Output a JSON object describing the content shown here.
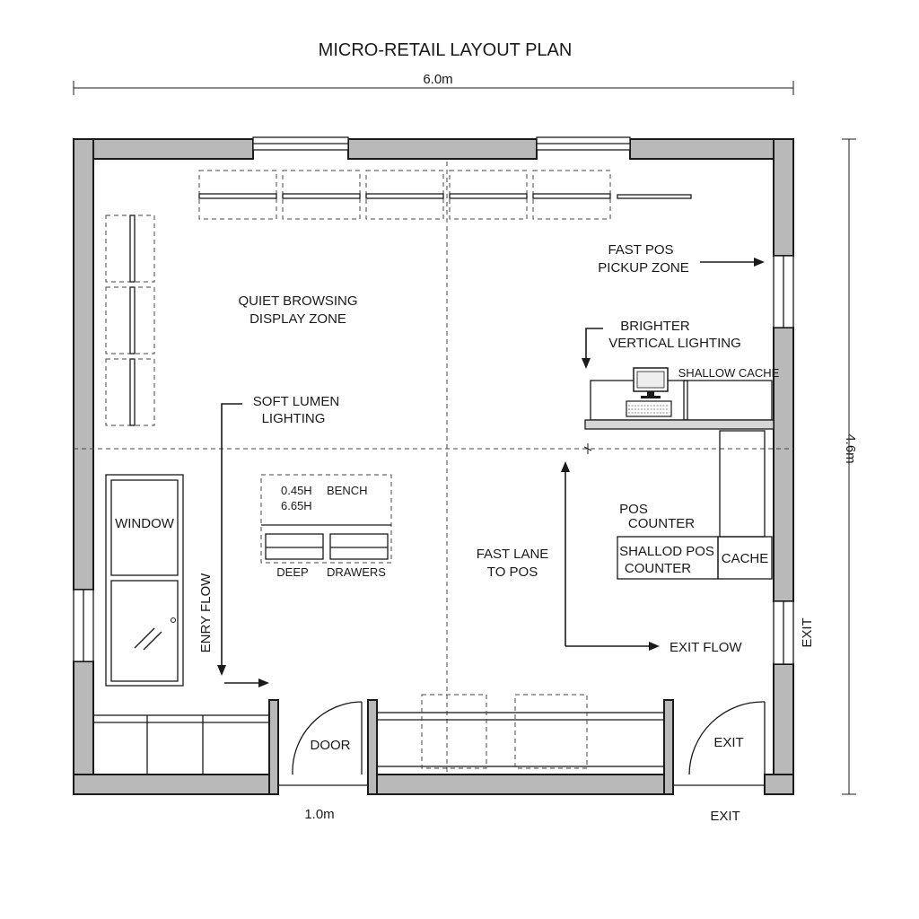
{
  "title": "MICRO-RETAIL LAYOUT PLAN",
  "dimensions": {
    "width": "6.0m",
    "height": "4.6m",
    "door_width": "1.0m"
  },
  "zones": {
    "quiet_browsing": [
      "QUIET BROWSING",
      "DISPLAY ZONE"
    ],
    "soft_lumen": [
      "SOFT LUMEN",
      "LIGHTING"
    ],
    "fast_pos_pickup": [
      "FAST POS",
      "PICKUP ZONE"
    ],
    "brighter_lighting": [
      "BRIGHTER",
      "VERTICAL LIGHTING"
    ],
    "shallow_cache_top": "SHALLOW CACHE",
    "bench_heights": [
      "0.45H",
      "6.65H"
    ],
    "bench": "BENCH",
    "deep": "DEEP",
    "drawers": "DRAWERS",
    "fast_lane": [
      "FAST LANE",
      "TO POS"
    ],
    "pos_counter": [
      "POS",
      "COUNTER"
    ],
    "shallod_pos_counter": [
      "SHALLOD POS",
      "COUNTER"
    ],
    "cache": "CACHE",
    "window": "WINDOW",
    "entry_flow": "ENRY FLOW",
    "exit_flow": "EXIT FLOW",
    "door": "DOOR",
    "exit_inside": "EXIT",
    "exit_side": "EXIT",
    "exit_bottom": "EXIT"
  }
}
